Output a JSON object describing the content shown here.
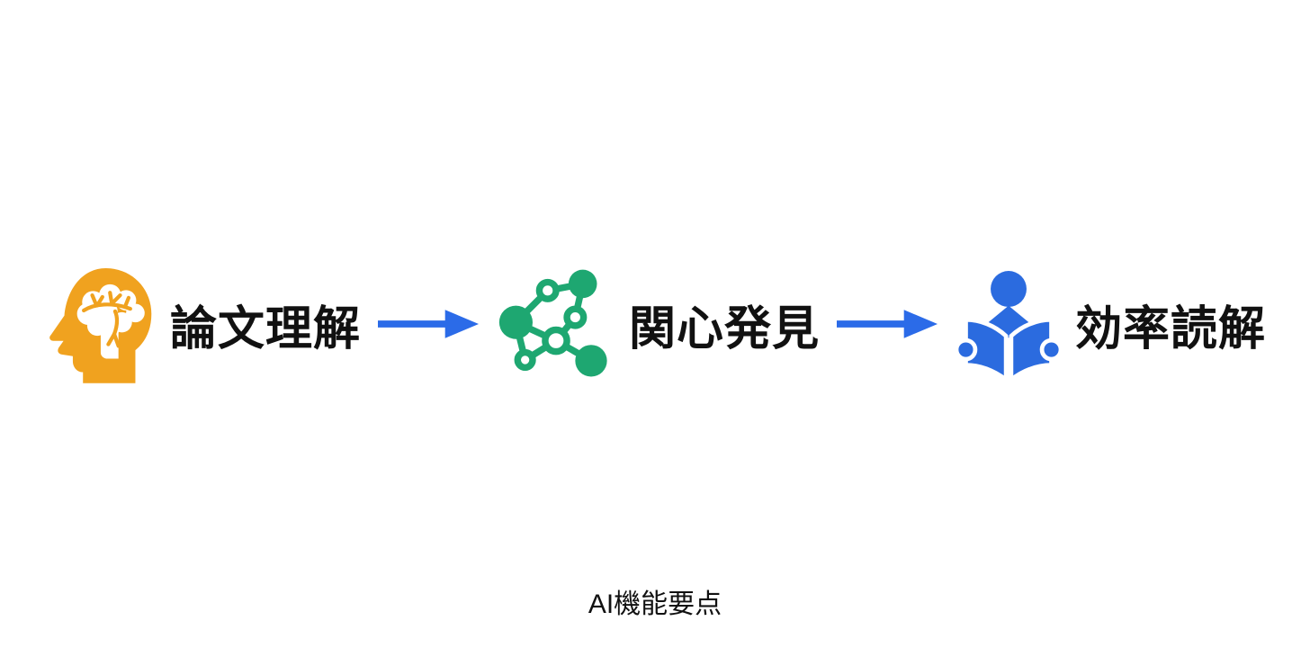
{
  "diagram": {
    "caption": "AI機能要点",
    "background_color": "#FFFFFF",
    "text_color": "#111111",
    "arrow_color": "#2B6BE8",
    "steps": [
      {
        "label": "論文理解",
        "icon": "brain-head-icon",
        "color": "#F0A21F"
      },
      {
        "label": "関心発見",
        "icon": "network-nodes-icon",
        "color": "#1EA771"
      },
      {
        "label": "効率読解",
        "icon": "person-reading-book-icon",
        "color": "#2B6BDF"
      }
    ]
  }
}
